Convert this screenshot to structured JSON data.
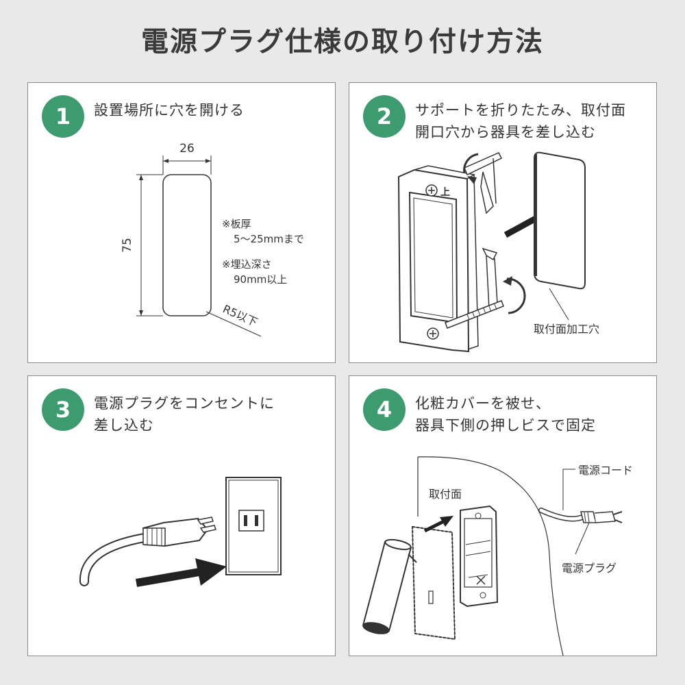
{
  "title": "電源プラグ仕様の取り付け方法",
  "colors": {
    "accent": "#3c9b6f",
    "background": "#e9e9e9",
    "panel": "#ffffff"
  },
  "steps": [
    {
      "number": "1",
      "lines": [
        "設置場所に穴を開ける"
      ],
      "dimensions": {
        "width": "26",
        "height": "75",
        "radius": "R5以下"
      },
      "notes": [
        "※板厚",
        "5〜25mmまで",
        "※埋込深さ",
        "90mm以上"
      ]
    },
    {
      "number": "2",
      "lines": [
        "サポートを折りたたみ、取付面",
        "開口穴から器具を差し込む"
      ],
      "frame_mark": "上",
      "label": "取付面加工穴"
    },
    {
      "number": "3",
      "lines": [
        "電源プラグをコンセントに",
        "差し込む"
      ]
    },
    {
      "number": "4",
      "lines": [
        "化粧カバーを被せ、",
        "器具下側の押しビスで固定"
      ],
      "labels": {
        "surface": "取付面",
        "cord": "電源コード",
        "plug": "電源プラグ"
      }
    }
  ]
}
